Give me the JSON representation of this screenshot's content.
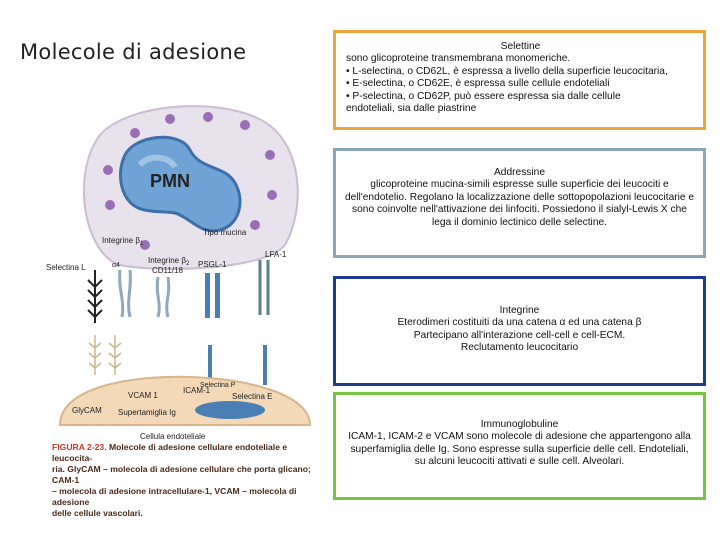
{
  "slide": {
    "title": "Molecole di adesione"
  },
  "figure": {
    "labels": {
      "pmn": "PMN",
      "integrine_b1": "Integrine β",
      "integrine_b1_sub": "1",
      "tipo_mucina": "Tipo mucina",
      "lfa1": "LFA-1",
      "integrine_b2": "Integrine β",
      "integrine_b2_sub": "2",
      "cd11_18": "CD11/18",
      "psgl1": "PSGL-1",
      "alpha4": "α4",
      "selectina_l": "Selectina L",
      "vcam1": "VCAM 1",
      "icam1": "ICAM-1",
      "selectina_e": "Selectina E",
      "selectina_p": "Selectina P",
      "glycam": "GlyCAM",
      "supertamiglia": "Supertamiglia Ig",
      "cellula_endoteliale": "Cellula endoteliale"
    },
    "caption": {
      "fig_num": "FIGURA 2-23.",
      "line1": "Molecole di adesione cellulare endoteliale e leucocita-",
      "line2": "ria. GlyCAM – molecola di adesione cellulare che porta glicano; CAM-1",
      "line3": "– molecola di adesione intracellulare-1, VCAM – molecola di adesione",
      "line4": "delle cellule vascolari."
    }
  },
  "boxes": {
    "selettine": {
      "heading": "Selettine",
      "intro": "sono glicoproteine transmembrana monomeriche.",
      "bullets": [
        "•  L-selectina, o CD62L, è espressa a livello della superficie leucocitaria,",
        "•  E-selectina, o CD62E, è espressa sulle cellule endoteliali",
        "•  P-selectina, o CD62P, può essere espressa sia dalle cellule"
      ],
      "tail": "endoteliali, sia dalle piastrine",
      "border_color": "#f4a23c"
    },
    "addressine": {
      "heading": "Addressine",
      "text": "glicoproteine mucina-simili espresse sulle superficie dei leucociti e dell'endotelio. Regolano la localizzazione delle sottopopolazioni leucocitarie e sono coinvolte nell'attivazione dei linfociti. Possiedono il sialyl-Lewis X che lega il dominio lectinico delle selectine.",
      "border_color": "#8aa7b6"
    },
    "integrine": {
      "heading": "Integrine",
      "line1": "Eterodimeri costituiti da una catena α ed una catena β",
      "line2": "Partecipano all'interazione cell-cell e cell-ECM.",
      "line3": "Reclutamento leucocitario",
      "border_color": "#1f3a93"
    },
    "immunoglobuline": {
      "heading": "Immunoglobuline",
      "text": "ICAM-1, ICAM-2 e VCAM sono molecole di adesione che appartengono alla superfamiglia delle Ig. Sono espresse sulla superficie delle cell. Endoteliali, su alcuni leucociti attivati e sulle cell. Alveolari.",
      "border_color": "#76c442"
    }
  }
}
